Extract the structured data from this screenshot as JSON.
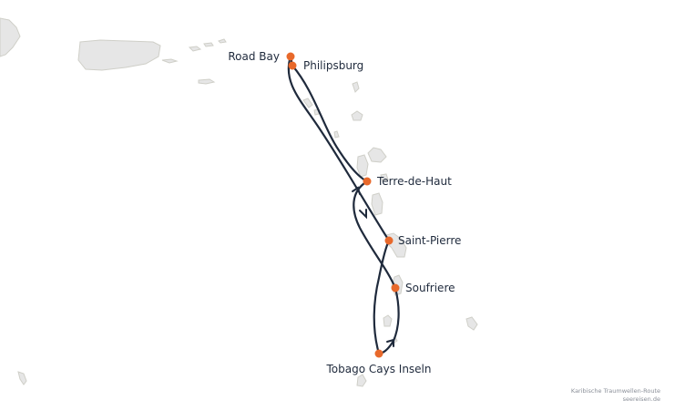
{
  "map": {
    "colors": {
      "land": "#e6e6e6",
      "land_stroke": "#cfcfc8",
      "route": "#1f2a3c",
      "port": "#e8692b",
      "label": "#1f2a3c"
    },
    "ports": [
      {
        "name": "Road Bay"
      },
      {
        "name": "Philipsburg"
      },
      {
        "name": "Terre-de-Haut"
      },
      {
        "name": "Saint-Pierre"
      },
      {
        "name": "Soufriere"
      },
      {
        "name": "Tobago Cays Inseln"
      }
    ],
    "credit": {
      "line1": "Karibische Traumwellen-Route",
      "line2": "seereisen.de"
    }
  }
}
